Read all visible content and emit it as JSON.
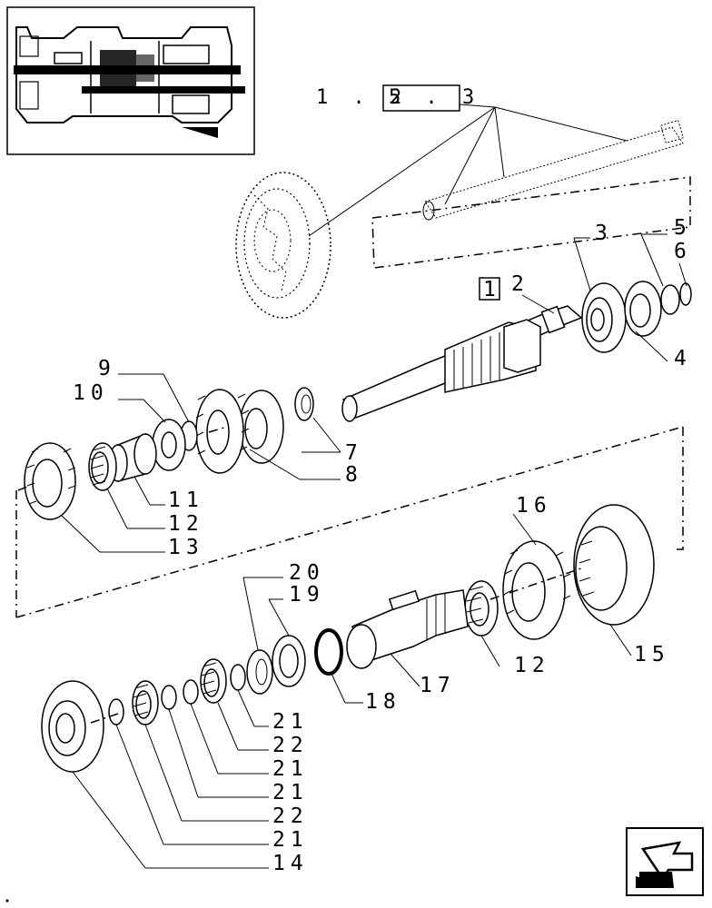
{
  "reference": {
    "prefix": "1 . 2",
    "boxed": "5 . 3"
  },
  "boxed_callout": "1",
  "callouts": {
    "c2": "2",
    "c3": "3",
    "c4": "4",
    "c5": "5",
    "c6": "6",
    "c7": "7",
    "c8": "8",
    "c9": "9",
    "c10": "10",
    "c11": "11",
    "c12a": "12",
    "c13": "13",
    "c12b": "12",
    "c14": "14",
    "c15": "15",
    "c16": "16",
    "c17": "17",
    "c18": "18",
    "c19": "19",
    "c20": "20",
    "c21a": "21",
    "c22a": "22",
    "c21b": "21",
    "c21c": "21",
    "c22b": "22",
    "c21d": "21"
  },
  "icons": {
    "locator": "transmission-locator-icon",
    "next": "next-page-arrow-icon"
  },
  "colors": {
    "ink": "#000000",
    "paper": "#ffffff"
  }
}
